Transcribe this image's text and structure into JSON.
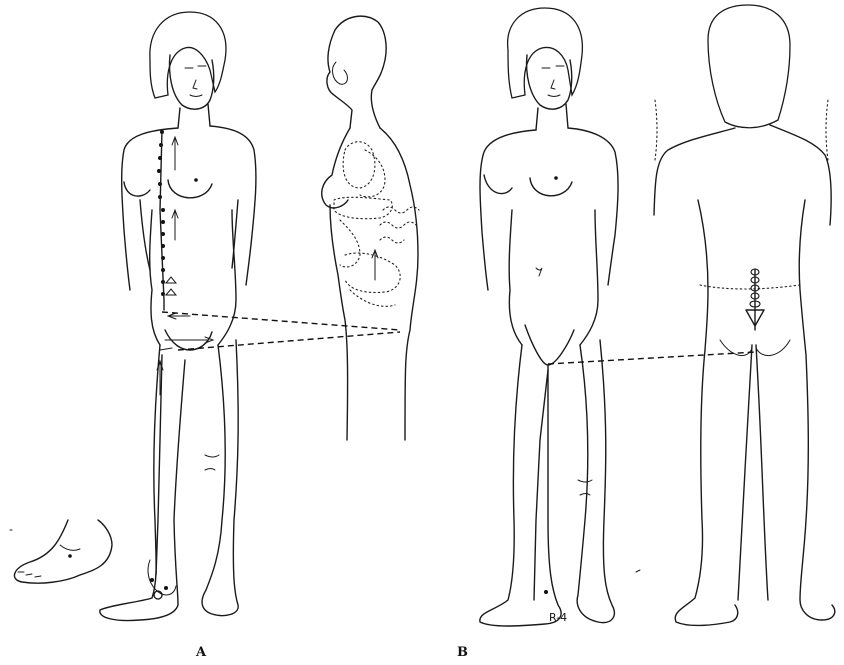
{
  "panels": {
    "a": {
      "label": "A"
    },
    "b": {
      "label": "B"
    }
  },
  "point_label": "R-4"
}
